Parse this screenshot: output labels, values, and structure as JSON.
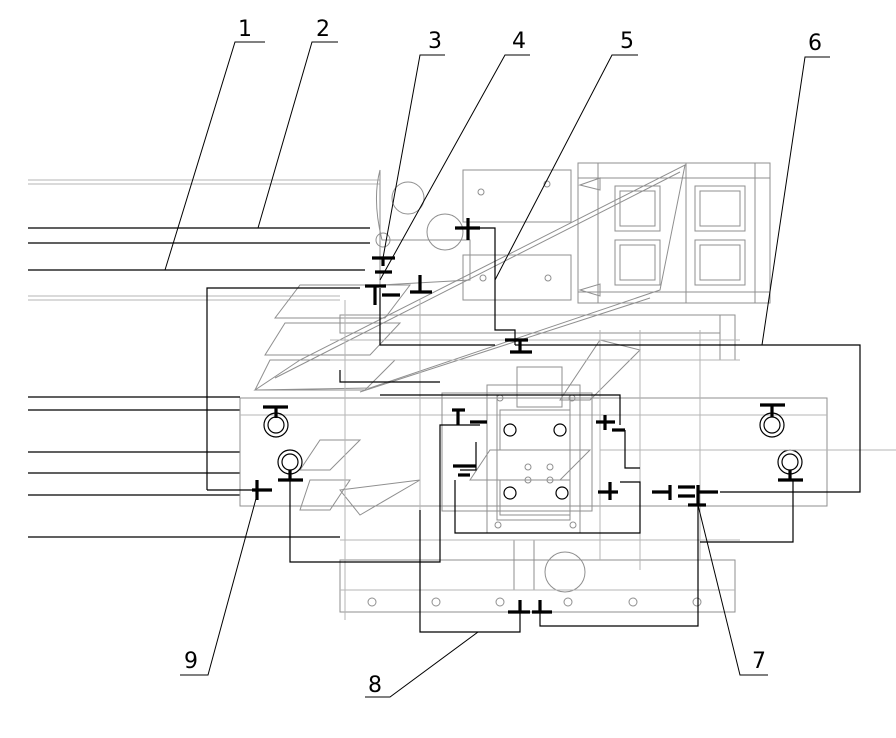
{
  "callouts": [
    {
      "id": 1,
      "label": "1"
    },
    {
      "id": 2,
      "label": "2"
    },
    {
      "id": 3,
      "label": "3"
    },
    {
      "id": 4,
      "label": "4"
    },
    {
      "id": 5,
      "label": "5"
    },
    {
      "id": 6,
      "label": "6"
    },
    {
      "id": 7,
      "label": "7"
    },
    {
      "id": 8,
      "label": "8"
    },
    {
      "id": 9,
      "label": "9"
    }
  ],
  "colors": {
    "ink": "#000000",
    "faint": "#b5b5b5",
    "mid": "#8f8f8f",
    "background": "#ffffff"
  }
}
